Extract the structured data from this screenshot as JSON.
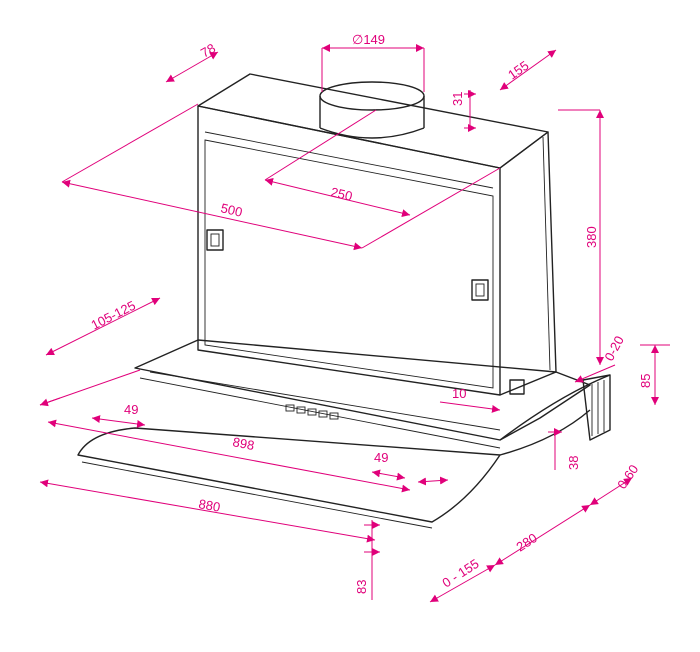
{
  "dimensions": {
    "duct_diameter": "∅149",
    "d78": "78",
    "d155_top": "155",
    "d31": "31",
    "d380": "380",
    "d250": "250",
    "d500": "500",
    "d105_125": "105-125",
    "d0_20": "0-20",
    "d85": "85",
    "d10": "10",
    "d49_left": "49",
    "d898": "898",
    "d49_right": "49",
    "d38": "38",
    "d0_60": "0-60",
    "d880": "880",
    "d280": "280",
    "d0_155": "0 - 155",
    "d83": "83"
  },
  "colors": {
    "dimension": "#e0007a",
    "outline": "#222222"
  }
}
